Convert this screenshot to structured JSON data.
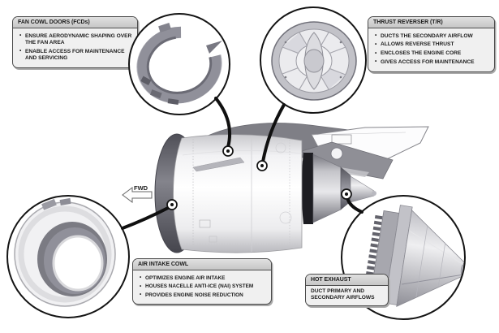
{
  "diagram": {
    "fwd_label": "FWD",
    "callouts": [
      {
        "id": "fan-cowl-doors",
        "title": "FAN COWL DOORS (FCDs)",
        "bullets": [
          "ENSURE AERODYNAMIC SHAPING OVER THE FAN AREA",
          "ENABLE ACCESS FOR MAINTENANCE AND SERVICING"
        ]
      },
      {
        "id": "thrust-reverser",
        "title": "THRUST REVERSER (T/R)",
        "bullets": [
          "DUCTS THE SECONDARY AIRFLOW",
          "ALLOWS REVERSE THRUST",
          "ENCLOSES THE ENGINE CORE",
          "GIVES ACCESS FOR MAINTENANCE"
        ]
      },
      {
        "id": "air-intake-cowl",
        "title": "AIR INTAKE COWL",
        "bullets": [
          "OPTIMIZES ENGINE AIR INTAKE",
          "HOUSES NACELLE ANTI-ICE (NAI) SYSTEM",
          "PROVIDES ENGINE NOISE REDUCTION"
        ]
      },
      {
        "id": "hot-exhaust",
        "title": "HOT EXHAUST",
        "body": "DUCT PRIMARY AND SECONDARY AIRFLOWS"
      }
    ],
    "icons": {
      "target_marker": "circled-dot",
      "fwd_arrow": "left-pointing-outline-arrow"
    },
    "colors": {
      "background": "#ffffff",
      "box_border": "#4a4a4a",
      "box_header": "#cfcfcf",
      "box_body": "#f0f0f0",
      "text": "#1b1b1b",
      "leader_line": "#101010",
      "engine_light": "#f4f4f6",
      "engine_mid": "#9a9aa2",
      "engine_dark": "#55555d"
    }
  }
}
